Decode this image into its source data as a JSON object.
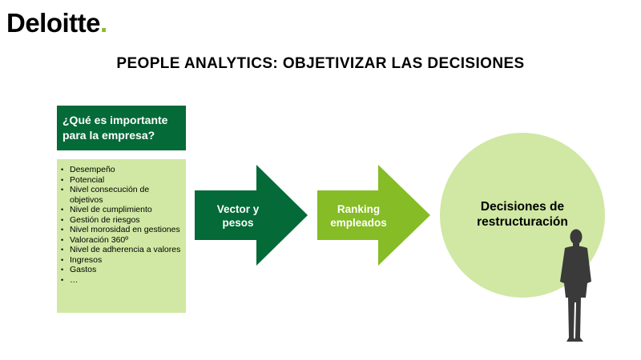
{
  "logo": {
    "text": "Deloitte",
    "dot": "."
  },
  "title": "PEOPLE ANALYTICS: OBJETIVIZAR LAS DECISIONES",
  "question_box": {
    "line1": "¿Qué es importante",
    "line2": "para la empresa?"
  },
  "criteria": [
    "Desempeño",
    "Potencial",
    "Nivel consecución de objetivos",
    "Nivel de cumplimiento",
    "Gestión de riesgos",
    "Nivel morosidad en gestiones",
    "Valoración 360º",
    "Nivel de adherencia a valores",
    "Ingresos",
    "Gastos",
    "…"
  ],
  "arrow1": {
    "line1": "Vector y",
    "line2": "pesos"
  },
  "arrow2": {
    "line1": "Ranking",
    "line2": "empleados"
  },
  "circle": {
    "line1": "Decisiones de",
    "line2": "restructuración"
  },
  "colors": {
    "dark_green": "#046a38",
    "bright_green": "#86bc25",
    "light_green": "#d0e8a3",
    "silhouette": "#3a3a3a"
  },
  "icons": [
    "businessman-silhouette-icon"
  ]
}
